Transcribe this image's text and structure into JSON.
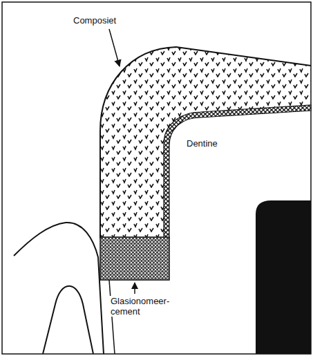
{
  "diagram": {
    "labels": [
      "Composiet",
      "Dentine",
      "Glasionomeer- cement"
    ]
  }
}
